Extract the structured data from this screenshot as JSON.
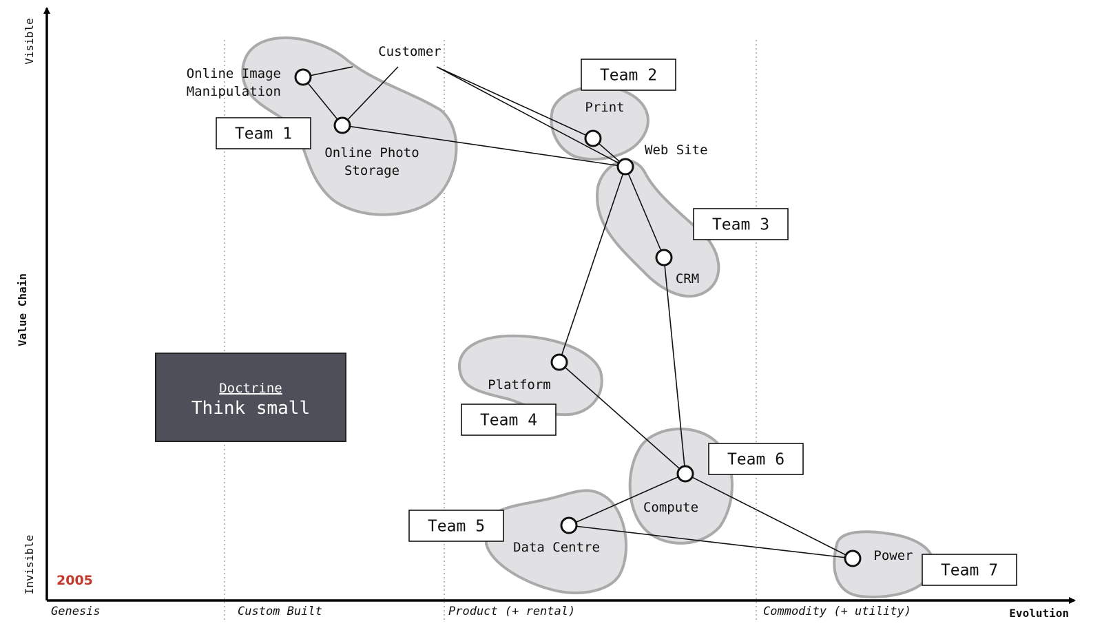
{
  "axes": {
    "y_title": "Value Chain",
    "y_top": "Visible",
    "y_bottom": "Invisible",
    "x_title": "Evolution",
    "stages": [
      "Genesis",
      "Custom Built",
      "Product (+ rental)",
      "Commodity (+ utility)"
    ]
  },
  "year": "2005",
  "doctrine": {
    "heading": "Doctrine",
    "text": "Think small"
  },
  "nodes": [
    {
      "id": "customer",
      "label": "Customer",
      "circle": false
    },
    {
      "id": "image",
      "label": "Online Image|Manipulation",
      "circle": true
    },
    {
      "id": "photo",
      "label": "Online Photo|Storage",
      "circle": true
    },
    {
      "id": "print",
      "label": "Print",
      "circle": true
    },
    {
      "id": "website",
      "label": "Web Site",
      "circle": true
    },
    {
      "id": "crm",
      "label": "CRM",
      "circle": true
    },
    {
      "id": "platform",
      "label": "Platform",
      "circle": true
    },
    {
      "id": "compute",
      "label": "Compute",
      "circle": true
    },
    {
      "id": "datacentre",
      "label": "Data Centre",
      "circle": true
    },
    {
      "id": "power",
      "label": "Power",
      "circle": true
    }
  ],
  "links": [
    [
      "customer",
      "image"
    ],
    [
      "customer",
      "photo"
    ],
    [
      "customer",
      "print"
    ],
    [
      "customer",
      "website"
    ],
    [
      "image",
      "photo"
    ],
    [
      "photo",
      "website"
    ],
    [
      "print",
      "website"
    ],
    [
      "website",
      "crm"
    ],
    [
      "website",
      "platform"
    ],
    [
      "crm",
      "compute"
    ],
    [
      "platform",
      "compute"
    ],
    [
      "compute",
      "datacentre"
    ],
    [
      "compute",
      "power"
    ],
    [
      "datacentre",
      "power"
    ]
  ],
  "teams": [
    {
      "id": "team1",
      "label": "Team 1"
    },
    {
      "id": "team2",
      "label": "Team 2"
    },
    {
      "id": "team3",
      "label": "Team 3"
    },
    {
      "id": "team4",
      "label": "Team 4"
    },
    {
      "id": "team5",
      "label": "Team 5"
    },
    {
      "id": "team6",
      "label": "Team 6"
    },
    {
      "id": "team7",
      "label": "Team 7"
    }
  ],
  "colors": {
    "team_area_fill": "#e1e1e4",
    "team_area_stroke": "#aaaaaa",
    "doctrine_fill": "#4d5059",
    "year": "#c0392b"
  }
}
